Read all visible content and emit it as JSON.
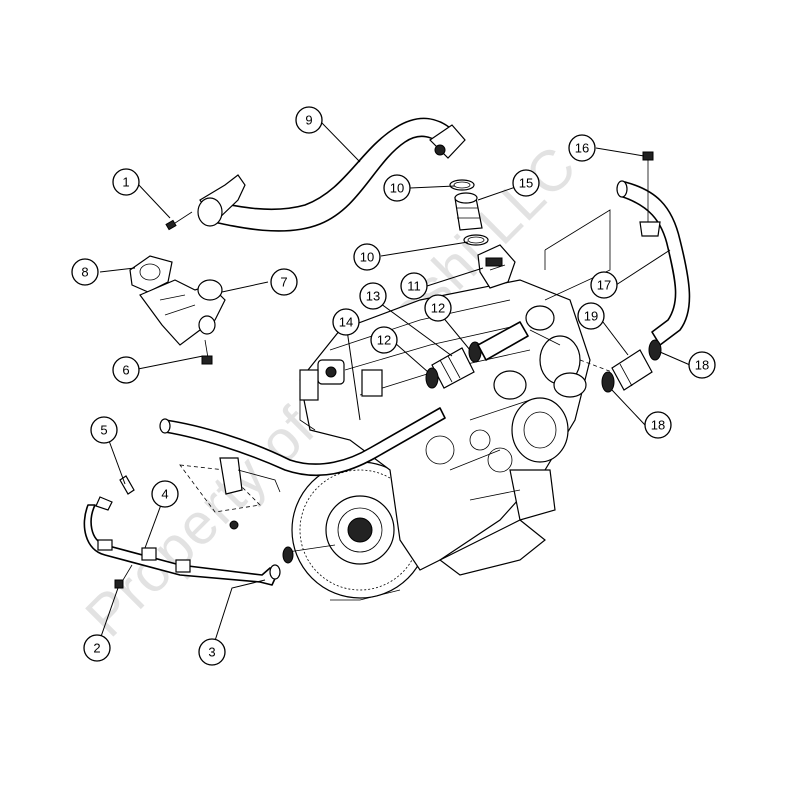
{
  "watermark": "Property of Amcoshi LLC",
  "callouts": [
    {
      "label": "1"
    },
    {
      "label": "2"
    },
    {
      "label": "3"
    },
    {
      "label": "4"
    },
    {
      "label": "5"
    },
    {
      "label": "6"
    },
    {
      "label": "7"
    },
    {
      "label": "8"
    },
    {
      "label": "9"
    },
    {
      "label": "10"
    },
    {
      "label": "10"
    },
    {
      "label": "11"
    },
    {
      "label": "12"
    },
    {
      "label": "12"
    },
    {
      "label": "13"
    },
    {
      "label": "14"
    },
    {
      "label": "15"
    },
    {
      "label": "16"
    },
    {
      "label": "17"
    },
    {
      "label": "18"
    },
    {
      "label": "18"
    },
    {
      "label": "19"
    }
  ]
}
